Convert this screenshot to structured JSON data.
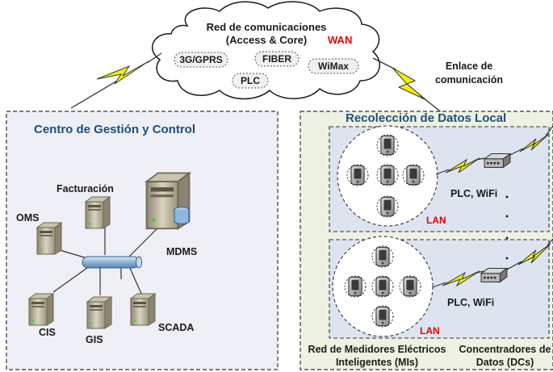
{
  "cloud": {
    "title_line1": "Red de comunicaciones",
    "title_line2": "(Access & Core)",
    "wan": "WAN",
    "techs": [
      "3G/GPRS",
      "FIBER",
      "WiMax",
      "PLC"
    ]
  },
  "link_label": {
    "line1": "Enlace de",
    "line2": "comunicación"
  },
  "control_center": {
    "title": "Centro de Gestión y Control",
    "servers": [
      "Facturación",
      "OMS",
      "MDMS",
      "CIS",
      "GIS",
      "SCADA"
    ]
  },
  "local": {
    "title": "Recolección de Datos Local",
    "net1": {
      "tech": "PLC, WiFi",
      "lan": "LAN"
    },
    "net2": {
      "tech": "PLC, WiFi",
      "lan": "LAN"
    },
    "bottom_left_line1": "Red de Medidores Eléctricos",
    "bottom_left_line2": "Inteligentes (MIs)",
    "bottom_right_line1": "Concentradores de",
    "bottom_right_line2": "Datos (DCs)"
  }
}
